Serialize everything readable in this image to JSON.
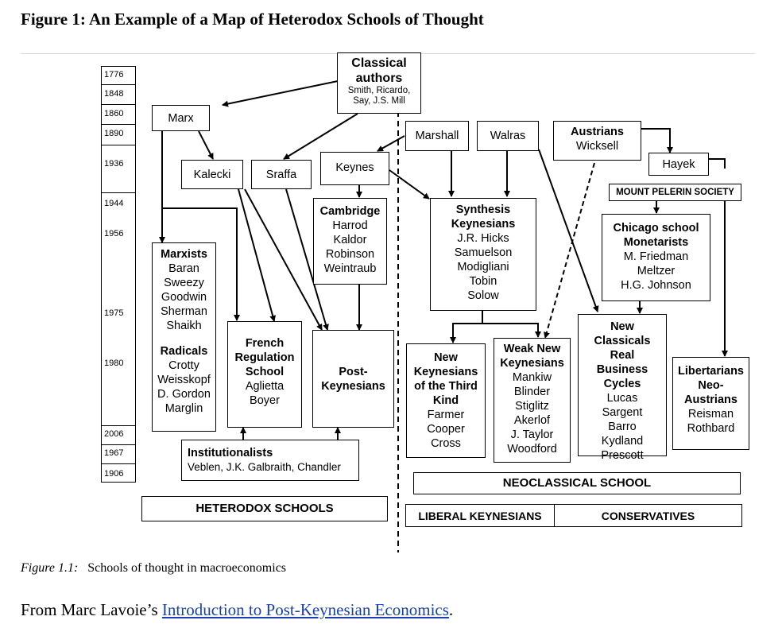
{
  "title": "Figure 1: An Example of a Map of Heterodox Schools of Thought",
  "timeline": [
    "1776",
    "1848",
    "1860",
    "1890",
    "1936",
    "1944",
    "1956",
    "1975",
    "1980",
    "2006",
    "1967",
    "1906"
  ],
  "nodes": {
    "classical": {
      "title": "Classical authors",
      "names": "Smith, Ricardo, Say, J.S. Mill"
    },
    "marx": "Marx",
    "kalecki": "Kalecki",
    "sraffa": "Sraffa",
    "keynes": "Keynes",
    "marshall": "Marshall",
    "walras": "Walras",
    "austrians": "Austrians",
    "wicksell": "Wicksell",
    "hayek": "Hayek",
    "mont_pelerin": "MOUNT PELERIN SOCIETY",
    "cambridge": {
      "title": "Cambridge",
      "names": [
        "Harrod",
        "Kaldor",
        "Robinson",
        "Weintraub"
      ]
    },
    "synthesis": {
      "title": "Synthesis Keynesians",
      "names": [
        "J.R. Hicks",
        "Samuelson",
        "Modigliani",
        "Tobin",
        "Solow"
      ]
    },
    "chicago": {
      "title": "Chicago school Monetarists",
      "names": [
        "M. Friedman",
        "Meltzer",
        "H.G. Johnson"
      ]
    },
    "marxists": {
      "title": "Marxists",
      "names": [
        "Baran",
        "Sweezy",
        "Goodwin",
        "Sherman",
        "Shaikh"
      ]
    },
    "radicals": {
      "title": "Radicals",
      "names": [
        "Crotty",
        "Weisskopf",
        "D. Gordon",
        "Marglin"
      ]
    },
    "french": {
      "title": "French Regulation School",
      "names": [
        "Aglietta",
        "Boyer"
      ]
    },
    "postk": {
      "title": "Post-Keynesians"
    },
    "newk3": {
      "title": "New Keynesians of the Third Kind",
      "names": [
        "Farmer",
        "Cooper",
        "Cross"
      ]
    },
    "weaknewk": {
      "title": "Weak New Keynesians",
      "names": [
        "Mankiw",
        "Blinder",
        "Stiglitz",
        "Akerlof",
        "J. Taylor",
        "Woodford"
      ]
    },
    "newclassicals": {
      "title": "New Classicals Real Business Cycles",
      "names": [
        "Lucas",
        "Sargent",
        "Barro",
        "Kydland",
        "Prescott"
      ]
    },
    "libertarians": {
      "title": "Libertarians Neo-Austrians",
      "names": [
        "Reisman",
        "Rothbard"
      ]
    },
    "institutionalists": {
      "title": "Institutionalists",
      "names": "Veblen, J.K. Galbraith, Chandler"
    }
  },
  "groups": {
    "heterodox": "HETERODOX SCHOOLS",
    "neoclassical": "NEOCLASSICAL SCHOOL",
    "liberal": "LIBERAL KEYNESIANS",
    "conservatives": "CONSERVATIVES"
  },
  "caption": {
    "label": "Figure 1.1:",
    "text": "Schools of thought in macroeconomics"
  },
  "source": {
    "prefix": "From Marc Lavoie’s ",
    "link": "Introduction to Post-Keynesian Economics",
    "suffix": "."
  }
}
